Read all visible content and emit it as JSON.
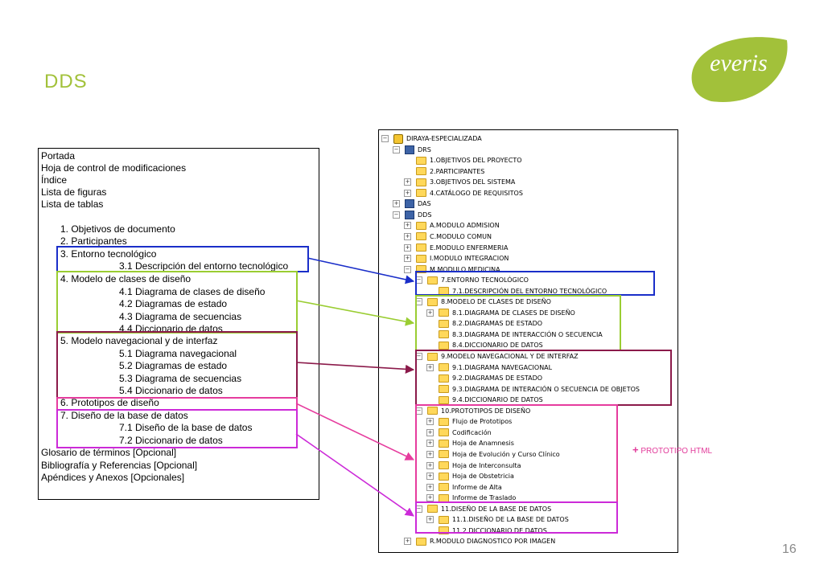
{
  "title": "DDS",
  "logo_text": "everis",
  "page_number": "16",
  "colors": {
    "accent_green": "#a2c13a",
    "blue": "#1a2ec9",
    "green": "#9acd32",
    "maroon": "#8b1a4a",
    "pink": "#e63c9e",
    "magenta": "#cc2ad8"
  },
  "document_index": [
    "Portada",
    "Hoja de control de modificaciones",
    "Índice",
    "Lista de figuras",
    "Lista de tablas",
    "1. Objetivos de documento",
    "2. Participantes",
    "3. Entorno tecnológico",
    "3.1 Descripción del entorno tecnológico",
    "4. Modelo de clases de diseño",
    "4.1 Diagrama de clases de diseño",
    "4.2 Diagramas de estado",
    "4.3 Diagrama de secuencias",
    "4.4 Diccionario de datos",
    "5. Modelo navegacional y de interfaz",
    "5.1 Diagrama navegacional",
    "5.2 Diagramas de estado",
    "5.3 Diagrama de secuencias",
    "5.4 Diccionario de datos",
    "6. Prototipos de diseño",
    "7. Diseño de la base de datos",
    "7.1 Diseño de la base de datos",
    "7.2 Diccionario de datos",
    "Glosario de términos [Opcional]",
    "Bibliografía y Referencias [Opcional]",
    "Apéndices y Anexos [Opcionales]"
  ],
  "tree": [
    {
      "label": "DIRAYA-ESPECIALIZADA",
      "icon": "project-icon",
      "expander": "minus"
    },
    {
      "label": "DRS",
      "icon": "book-icon",
      "expander": "minus"
    },
    {
      "label": "1.OBJETIVOS DEL PROYECTO",
      "icon": "folder-icon",
      "expander": "none"
    },
    {
      "label": "2.PARTICIPANTES",
      "icon": "folder-icon",
      "expander": "none"
    },
    {
      "label": "3.OBJETIVOS DEL SISTEMA",
      "icon": "folder-icon",
      "expander": "plus"
    },
    {
      "label": "4.CATÁLOGO DE REQUISITOS",
      "icon": "folder-icon",
      "expander": "plus"
    },
    {
      "label": "DAS",
      "icon": "book-icon",
      "expander": "plus"
    },
    {
      "label": "DDS",
      "icon": "book-icon",
      "expander": "minus"
    },
    {
      "label": "A.MODULO ADMISION",
      "icon": "folder-icon",
      "expander": "plus"
    },
    {
      "label": "C.MODULO COMUN",
      "icon": "folder-icon",
      "expander": "plus"
    },
    {
      "label": "E.MODULO ENFERMERIA",
      "icon": "folder-icon",
      "expander": "plus"
    },
    {
      "label": "I.MODULO INTEGRACION",
      "icon": "folder-icon",
      "expander": "plus"
    },
    {
      "label": "M.MODULO MEDICINA",
      "icon": "folder-icon",
      "expander": "minus"
    },
    {
      "label": "7.ENTORNO TECNOLÓGICO",
      "icon": "folder-icon",
      "expander": "minus"
    },
    {
      "label": "7.1.DESCRIPCIÓN DEL ENTORNO TECNOLÓGICO",
      "icon": "folder-icon",
      "expander": "none"
    },
    {
      "label": "8.MODELO DE CLASES DE DISEÑO",
      "icon": "folder-icon",
      "expander": "minus"
    },
    {
      "label": "8.1.DIAGRAMA DE CLASES DE DISEÑO",
      "icon": "folder-icon",
      "expander": "plus"
    },
    {
      "label": "8.2.DIAGRAMAS DE ESTADO",
      "icon": "folder-icon",
      "expander": "none"
    },
    {
      "label": "8.3.DIAGRAMA DE INTERACCIÓN O SECUENCIA",
      "icon": "folder-icon",
      "expander": "none"
    },
    {
      "label": "8.4.DICCIONARIO DE DATOS",
      "icon": "folder-icon",
      "expander": "none"
    },
    {
      "label": "9.MODELO NAVEGACIONAL Y DE INTERFAZ",
      "icon": "folder-icon",
      "expander": "minus"
    },
    {
      "label": "9.1.DIAGRAMA NAVEGACIONAL",
      "icon": "folder-icon",
      "expander": "plus"
    },
    {
      "label": "9.2.DIAGRAMAS DE ESTADO",
      "icon": "folder-icon",
      "expander": "none"
    },
    {
      "label": "9.3.DIAGRAMA DE INTERACIÓN O SECUENCIA DE OBJETOS",
      "icon": "folder-icon",
      "expander": "none"
    },
    {
      "label": "9.4.DICCIONARIO DE DATOS",
      "icon": "folder-icon",
      "expander": "none"
    },
    {
      "label": "10.PROTOTIPOS DE DISEÑO",
      "icon": "folder-icon",
      "expander": "minus"
    },
    {
      "label": "Flujo de Prototipos",
      "icon": "folder-icon",
      "expander": "plus"
    },
    {
      "label": "Codificación",
      "icon": "folder-icon",
      "expander": "plus"
    },
    {
      "label": "Hoja de Anamnesis",
      "icon": "folder-icon",
      "expander": "plus"
    },
    {
      "label": "Hoja de Evolución y Curso Clínico",
      "icon": "folder-icon",
      "expander": "plus"
    },
    {
      "label": "Hoja de Interconsulta",
      "icon": "folder-icon",
      "expander": "plus"
    },
    {
      "label": "Hoja de Obstetricia",
      "icon": "folder-icon",
      "expander": "plus"
    },
    {
      "label": "Informe de Alta",
      "icon": "folder-icon",
      "expander": "plus"
    },
    {
      "label": "Informe de Traslado",
      "icon": "folder-icon",
      "expander": "plus"
    },
    {
      "label": "11.DISEÑO DE LA BASE DE DATOS",
      "icon": "folder-icon",
      "expander": "minus"
    },
    {
      "label": "11.1.DISEÑO DE LA BASE DE DATOS",
      "icon": "folder-icon",
      "expander": "plus"
    },
    {
      "label": "11.2.DICCIONARIO DE DATOS",
      "icon": "folder-icon",
      "expander": "none"
    },
    {
      "label": "R.MODULO DIAGNOSTICO POR IMAGEN",
      "icon": "folder-icon",
      "expander": "plus"
    }
  ],
  "prototype_note": {
    "plus": "+",
    "text": "PROTOTIPO HTML"
  }
}
